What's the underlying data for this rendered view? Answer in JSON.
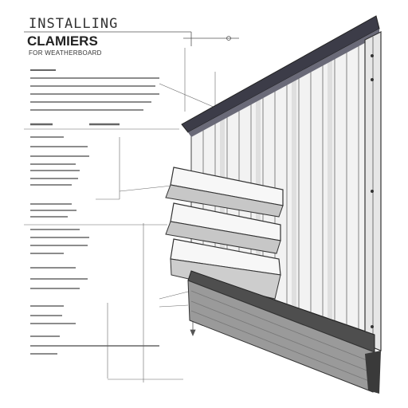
{
  "header": {
    "title": "INSTALLING",
    "subtitle": "CLAMIERS",
    "caption": "FOR WEATHERBOARD"
  },
  "colors": {
    "ink": "#2f2f2f",
    "board_light": "#ededed",
    "board_shadow": "#bdbdbd",
    "frame_dark": "#3a3a45",
    "sill_grey": "#8c8c8c",
    "sill_dark": "#555555"
  }
}
